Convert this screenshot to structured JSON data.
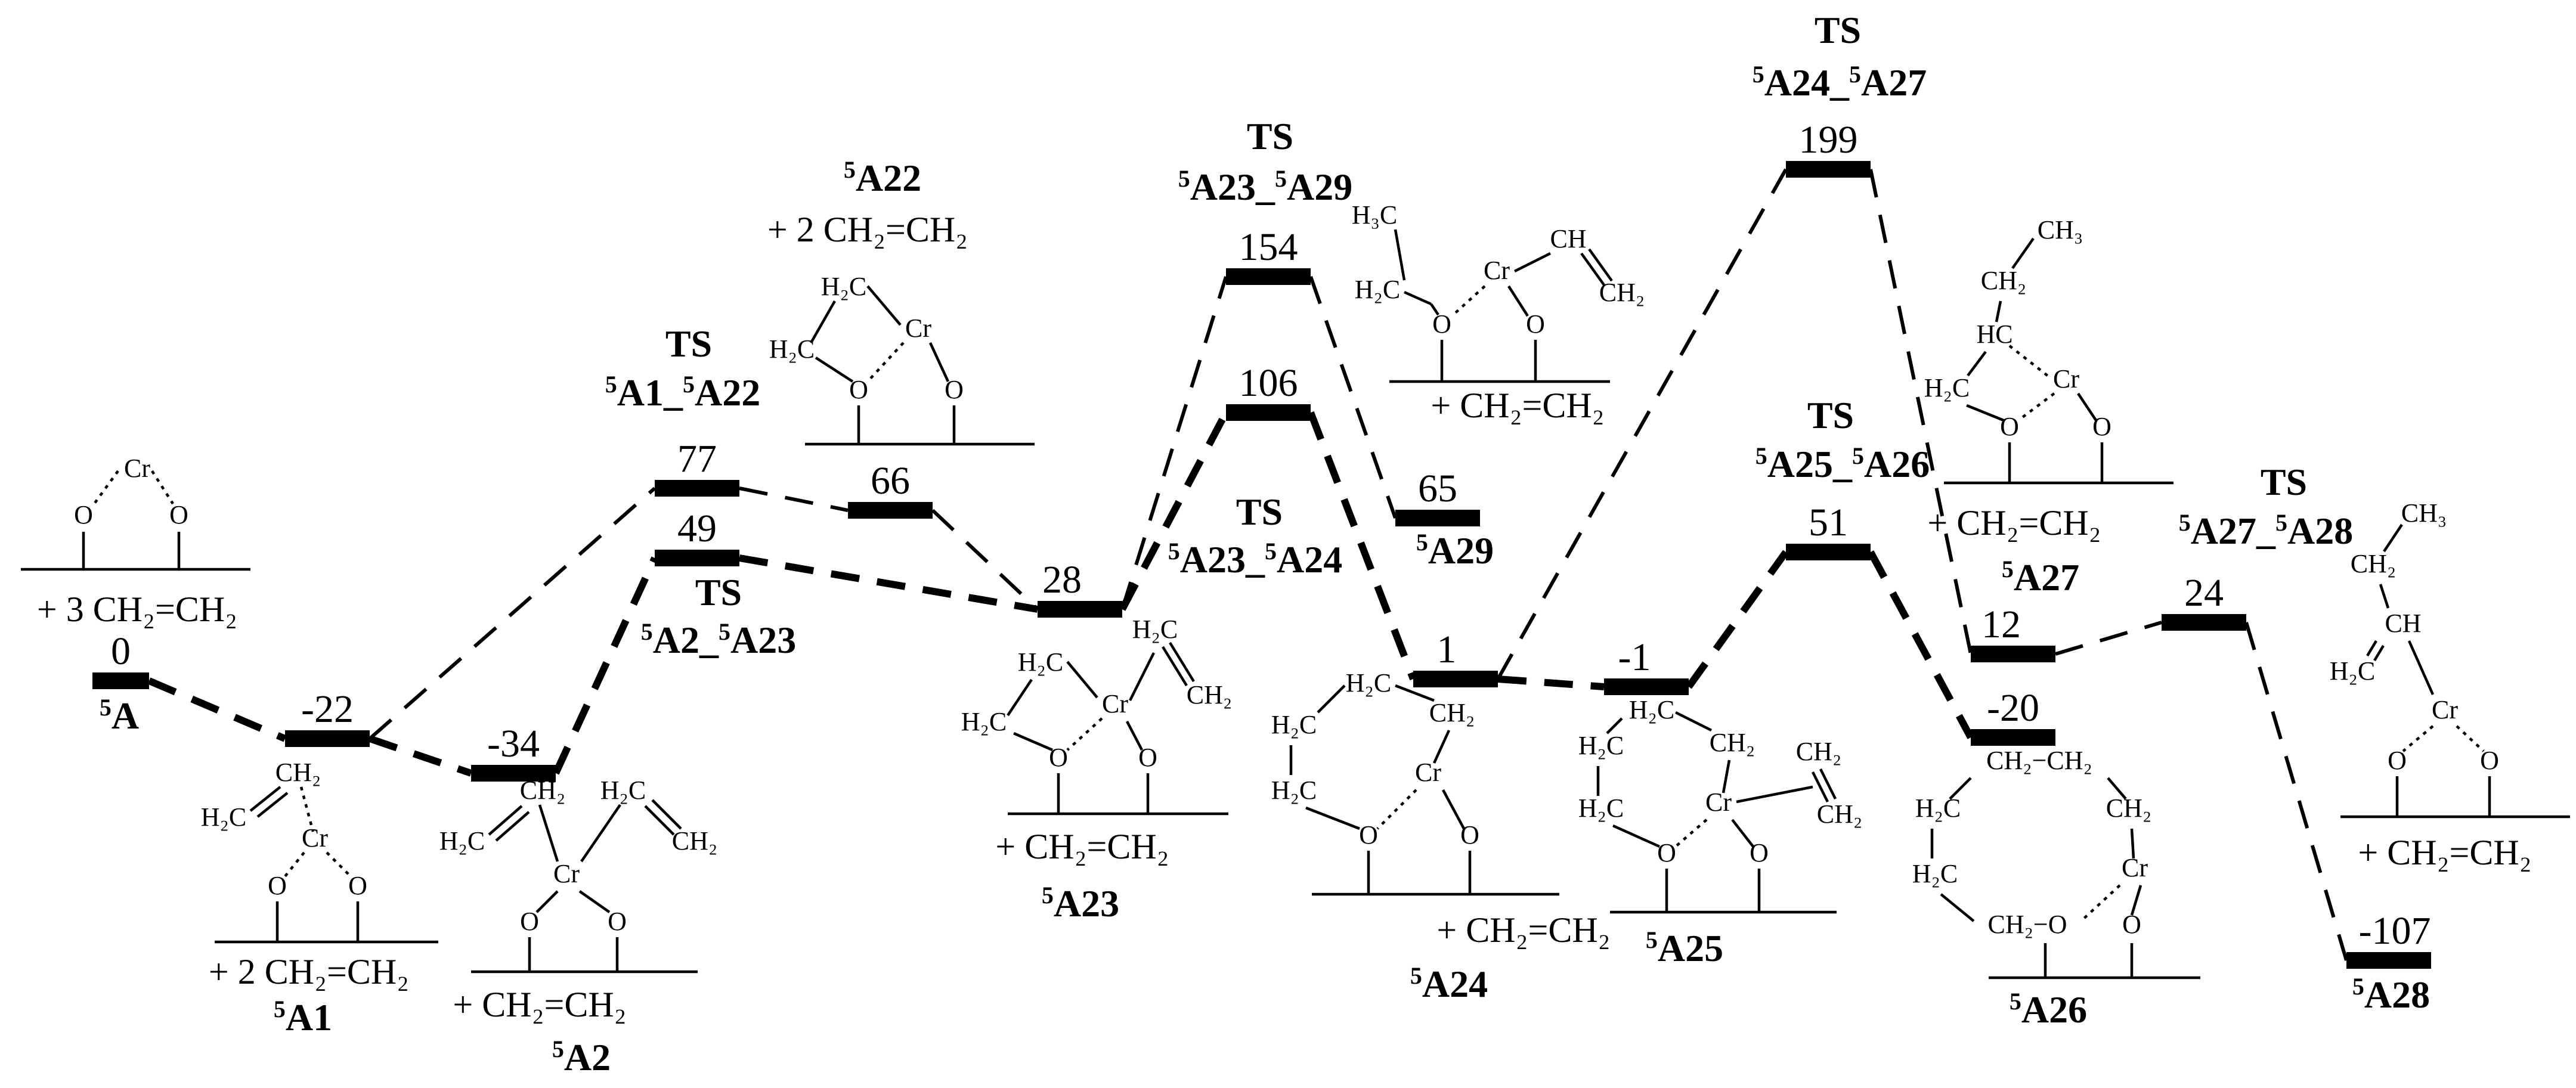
{
  "states": [
    {
      "id": "5A",
      "energy": "0",
      "label": "A",
      "sup": "5",
      "sub": "+ 3 CH₂=CH₂"
    },
    {
      "id": "5A1",
      "energy": "-22",
      "label": "A1",
      "sup": "5",
      "sub": "+ 2 CH₂=CH₂"
    },
    {
      "id": "5A2",
      "energy": "-34",
      "label": "A2",
      "sup": "5",
      "sub": "+ CH₂=CH₂"
    },
    {
      "id": "TS_5A1_5A22",
      "energy": "77",
      "ts": "TS",
      "label": "A1_",
      "sup": "5",
      "label2": "A22",
      "sup2": "5"
    },
    {
      "id": "TS_5A2_5A23",
      "energy": "49",
      "ts": "TS",
      "label": "A2_",
      "sup": "5",
      "label2": "A23",
      "sup2": "5"
    },
    {
      "id": "5A22",
      "energy": "66",
      "label": "A22",
      "sup": "5",
      "sub": "+ 2 CH₂=CH₂"
    },
    {
      "id": "5A23",
      "energy": "28",
      "label": "A23",
      "sup": "5",
      "sub": "+ CH₂=CH₂"
    },
    {
      "id": "TS_5A23_5A29",
      "energy": "154",
      "ts": "TS",
      "label": "A23_",
      "sup": "5",
      "label2": "A29",
      "sup2": "5"
    },
    {
      "id": "TS_5A23_5A24",
      "energy": "106",
      "ts": "TS",
      "label": "A23_",
      "sup": "5",
      "label2": "A24",
      "sup2": "5"
    },
    {
      "id": "5A29",
      "energy": "65",
      "label": "A29",
      "sup": "5",
      "sub": "+ CH₂=CH₂"
    },
    {
      "id": "5A24",
      "energy": "1",
      "label": "A24",
      "sup": "5",
      "sub": "+ CH₂=CH₂"
    },
    {
      "id": "TS_5A24_5A27",
      "energy": "199",
      "ts": "TS",
      "label": "A24_",
      "sup": "5",
      "label2": "A27",
      "sup2": "5"
    },
    {
      "id": "5A25",
      "energy": "-1",
      "label": "A25",
      "sup": "5"
    },
    {
      "id": "TS_5A25_5A26",
      "energy": "51",
      "ts": "TS",
      "label": "A25_",
      "sup": "5",
      "label2": "A26",
      "sup2": "5"
    },
    {
      "id": "5A26",
      "energy": "-20",
      "label": "A26",
      "sup": "5"
    },
    {
      "id": "5A27",
      "energy": "12",
      "label": "A27",
      "sup": "5",
      "sub": "+ CH₂=CH₂"
    },
    {
      "id": "TS_5A27_5A28",
      "energy": "24",
      "ts": "TS",
      "label": "A27_",
      "sup": "5",
      "label2": "A28",
      "sup2": "5"
    },
    {
      "id": "5A28",
      "energy": "-107",
      "label": "A28",
      "sup": "5",
      "sub": "+ CH₂=CH₂"
    }
  ],
  "atoms": {
    "cr": "Cr",
    "o": "O",
    "h2c": "H₂C",
    "ch2": "CH₂",
    "h3c": "H₃C",
    "ch3": "CH₃",
    "hc": "HC",
    "ch": "CH",
    "ch2ch2": "CH₂−CH₂",
    "ch2o": "CH₂−O"
  }
}
